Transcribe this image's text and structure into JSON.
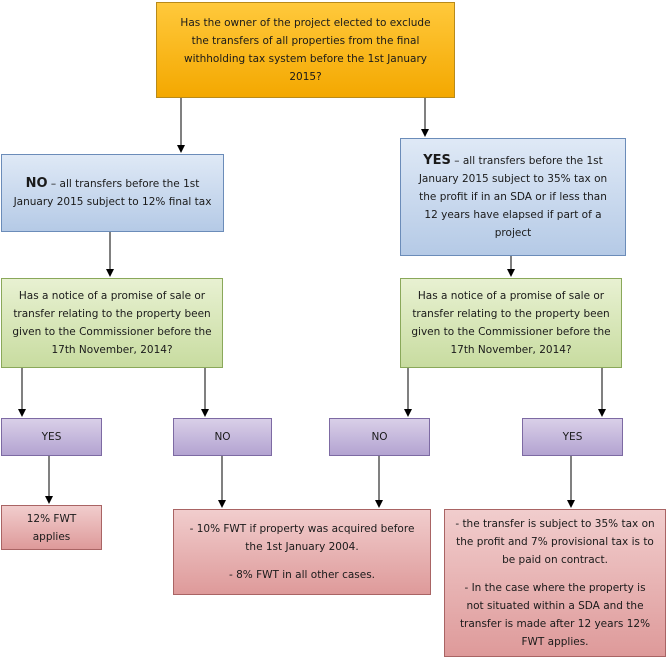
{
  "question_top": "Has the owner of the project elected to exclude the transfers of all properties from the final withholding tax system before the 1st January 2015?",
  "no_branch": {
    "label": "NO",
    "text": " – all transfers before the 1st January 2015 subject to 12% final tax"
  },
  "yes_branch": {
    "label": "YES",
    "text": " – all transfers before the 1st January 2015 subject to 35% tax on the profit if in an SDA or if less than 12 years have elapsed if part of a project"
  },
  "question_notice_left": "Has a notice of a promise of sale or transfer relating to the property been given to the Commissioner before the 17th November, 2014?",
  "question_notice_right": "Has a notice of a promise of sale or transfer relating to the property been given to the Commissioner before the 17th November, 2014?",
  "answers": {
    "left_yes": "YES",
    "left_no": "NO",
    "right_no": "NO",
    "right_yes": "YES"
  },
  "outcomes": {
    "fwt_12": "12% FWT applies",
    "fwt_10_8": {
      "line1": "- 10% FWT if property was acquired before the 1st January 2004.",
      "line2": "- 8% FWT in all other cases."
    },
    "tax_35": {
      "line1": "- the transfer is subject to 35% tax on the profit and 7% provisional tax is to be paid on contract.",
      "line2": "- In the case where the property is not situated within a SDA and the transfer is made after 12 years 12% FWT applies."
    }
  }
}
